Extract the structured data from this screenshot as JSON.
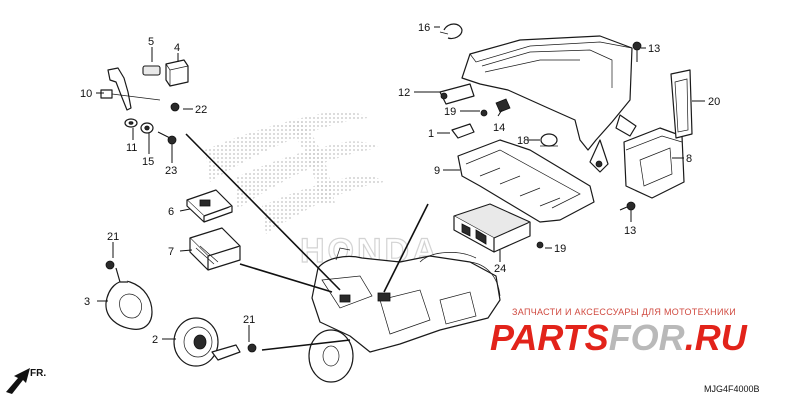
{
  "diagram": {
    "drawing_code": "MJG4F4000B",
    "direction_label": "FR.",
    "parts": [
      {
        "id": "p1",
        "label": "1"
      },
      {
        "id": "p2",
        "label": "2"
      },
      {
        "id": "p3",
        "label": "3"
      },
      {
        "id": "p4",
        "label": "4"
      },
      {
        "id": "p5",
        "label": "5"
      },
      {
        "id": "p6",
        "label": "6"
      },
      {
        "id": "p7",
        "label": "7"
      },
      {
        "id": "p8",
        "label": "8"
      },
      {
        "id": "p9",
        "label": "9"
      },
      {
        "id": "p10",
        "label": "10"
      },
      {
        "id": "p11",
        "label": "11"
      },
      {
        "id": "p12",
        "label": "12"
      },
      {
        "id": "p13a",
        "label": "13"
      },
      {
        "id": "p13b",
        "label": "13"
      },
      {
        "id": "p14",
        "label": "14"
      },
      {
        "id": "p15",
        "label": "15"
      },
      {
        "id": "p16",
        "label": "16"
      },
      {
        "id": "p18",
        "label": "18"
      },
      {
        "id": "p19a",
        "label": "19"
      },
      {
        "id": "p19b",
        "label": "19"
      },
      {
        "id": "p20",
        "label": "20"
      },
      {
        "id": "p21a",
        "label": "21"
      },
      {
        "id": "p21b",
        "label": "21"
      },
      {
        "id": "p22",
        "label": "22"
      },
      {
        "id": "p23",
        "label": "23"
      },
      {
        "id": "p24",
        "label": "24"
      }
    ]
  },
  "watermark": {
    "tagline": "ЗАПЧАСТИ И АКСЕССУАРЫ ДЛЯ МОТОТЕХНИКИ",
    "brand_part1": "PARTS",
    "brand_part2": "FOR",
    "brand_part3": ".RU",
    "honda_word": "HONDA",
    "red": "#e2231a",
    "grey": "#b9b9b9"
  }
}
